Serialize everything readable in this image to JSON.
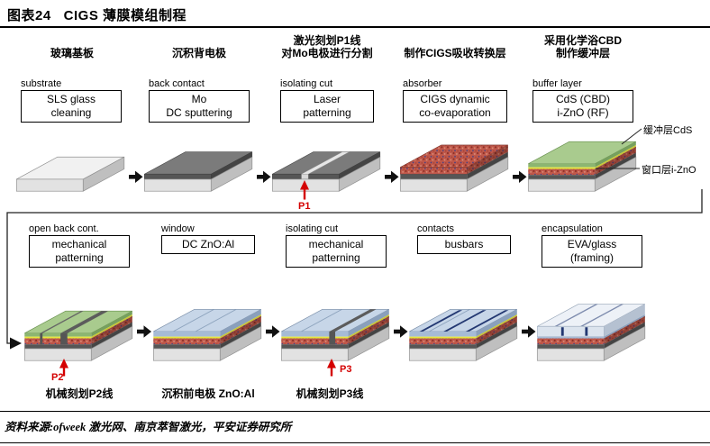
{
  "page": {
    "title": "图表24   CIGS 薄膜模组制程",
    "source": "资料来源:ofweek 激光网、南京萃智激光，平安证券研究所"
  },
  "colors": {
    "accent_red": "#d40000",
    "cigs_absorber_red": "#c0584a",
    "buffer_green": "#a9cb8e",
    "izno_yellow": "#e6e63e",
    "znoal_blue": "#a6bbd5",
    "molybdenum_gray": "#565656",
    "glass_gray": "#e2e2e2",
    "busbar_navy": "#233872"
  },
  "row1": {
    "steps": [
      {
        "cn": "玻璃基板",
        "en": "substrate",
        "line1": "SLS glass",
        "line2": "cleaning"
      },
      {
        "cn": "沉积背电极",
        "en": "back contact",
        "line1": "Mo",
        "line2": "DC sputtering"
      },
      {
        "cn": "激光刻划P1线",
        "cn2": "对Mo电极进行分割",
        "en": "isolating cut",
        "line1": "Laser",
        "line2": "patterning",
        "marker": "P1"
      },
      {
        "cn": "制作CIGS吸收转换层",
        "en": "absorber",
        "line1": "CIGS dynamic",
        "line2": "co-evaporation"
      },
      {
        "cn": "采用化学浴CBD",
        "cn2": "制作缓冲层",
        "en": "buffer layer",
        "line1": "CdS (CBD)",
        "line2": "i-ZnO (RF)"
      }
    ],
    "annotations": {
      "buffer_layer": "缓冲层CdS",
      "window_layer": "窗口层i-ZnO"
    }
  },
  "row2": {
    "steps": [
      {
        "en": "open back cont.",
        "line1": "mechanical",
        "line2": "patterning",
        "marker": "P2",
        "caption": "机械刻划P2线"
      },
      {
        "en": "window",
        "line1": "DC ZnO:Al",
        "caption": "沉积前电极 ZnO:Al"
      },
      {
        "en": "isolating cut",
        "line1": "mechanical",
        "line2": "patterning",
        "marker": "P3",
        "caption": "机械刻划P3线"
      },
      {
        "en": "contacts",
        "line1": "busbars"
      },
      {
        "en": "encapsulation",
        "line1": "EVA/glass",
        "line2": "(framing)"
      }
    ]
  }
}
